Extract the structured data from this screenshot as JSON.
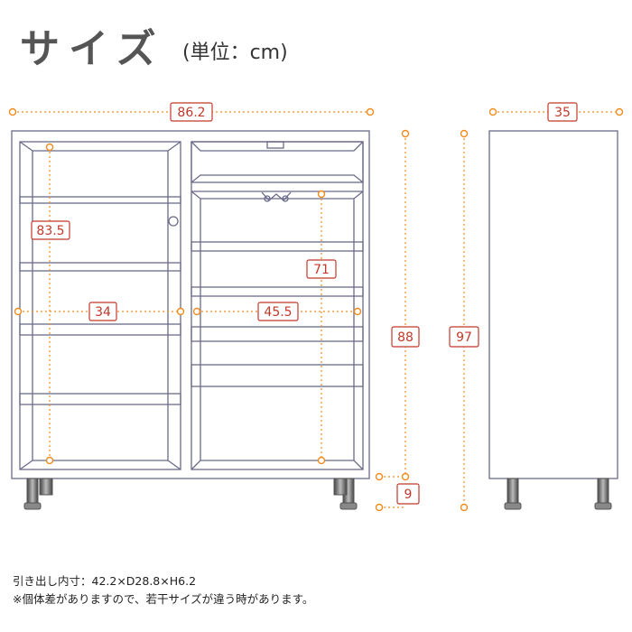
{
  "header": {
    "title": "サイズ",
    "unit": "(単位：cm)"
  },
  "dimensions": {
    "total_width": "86.2",
    "depth": "35",
    "inner_height_left": "83.5",
    "inner_height_right": "71",
    "inner_width_left": "34",
    "inner_width_right": "45.5",
    "body_height": "88",
    "total_height": "97",
    "leg_height": "9"
  },
  "notes": {
    "drawer_inner": "引き出し内寸：42.2×D28.8×H6.2",
    "disclaimer": "※個体差がありますので、若干サイズが違う時があります。"
  },
  "colors": {
    "outline": "#6b6b8a",
    "dimension_line": "#f08c1e",
    "label": "#c0392b",
    "leg": "#7a7a7a"
  }
}
